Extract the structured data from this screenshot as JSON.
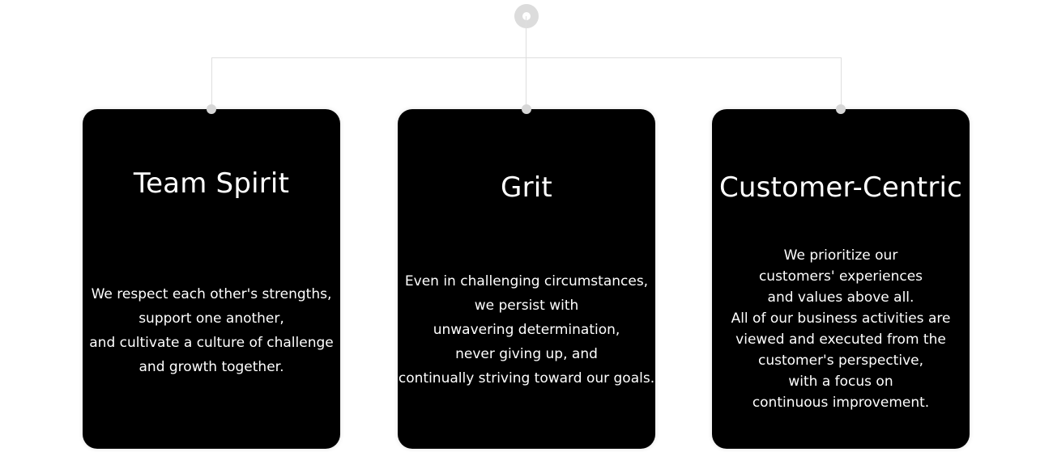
{
  "diagram": {
    "cards": [
      {
        "title": "Team Spirit",
        "lines": [
          "We respect each other's strengths,",
          "support one another,",
          "and cultivate a culture of challenge",
          "and growth together."
        ]
      },
      {
        "title": "Grit",
        "lines": [
          "Even in challenging circumstances,",
          "we persist with",
          "unwavering determination,",
          "never giving up, and",
          "continually striving toward our goals."
        ]
      },
      {
        "title": "Customer-Centric",
        "lines": [
          "We prioritize our",
          "customers' experiences",
          "and values above all.",
          "All of our business activities are",
          "viewed and executed from the",
          "customer's perspective,",
          "with a focus on",
          "continuous improvement."
        ]
      }
    ]
  },
  "colors": {
    "card_background": "#000000",
    "card_text": "#ffffff",
    "connector": "#dedede",
    "page_background": "#ffffff"
  }
}
